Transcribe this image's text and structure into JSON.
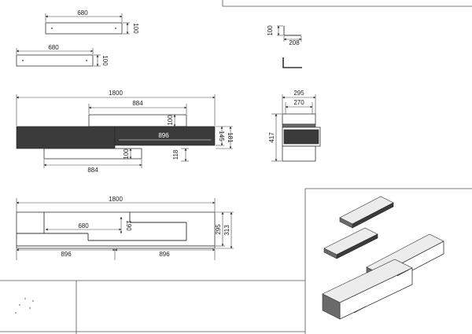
{
  "drawing": {
    "shelf_top_view": {
      "width": "680",
      "height": "100"
    },
    "shelf_front_view": {
      "width": "680",
      "height": "100"
    },
    "bracket_view": {
      "height": "100",
      "width": "208"
    },
    "top_view": {
      "overall_width": "1800",
      "upper_width": "884",
      "upper_depth": "100",
      "middle_width": "896",
      "right_depth_a": "145",
      "right_depth_b": "181",
      "lower_depth": "100",
      "lower_width": "884",
      "lower_offset": "118"
    },
    "side_view": {
      "depth_outer": "295",
      "depth_inner": "270",
      "height": "417"
    },
    "front_view": {
      "overall_width": "1800",
      "drawer_width": "680",
      "drawer_height": "190",
      "height_a": "295",
      "height_b": "313",
      "left_width": "896",
      "right_width": "896"
    }
  }
}
